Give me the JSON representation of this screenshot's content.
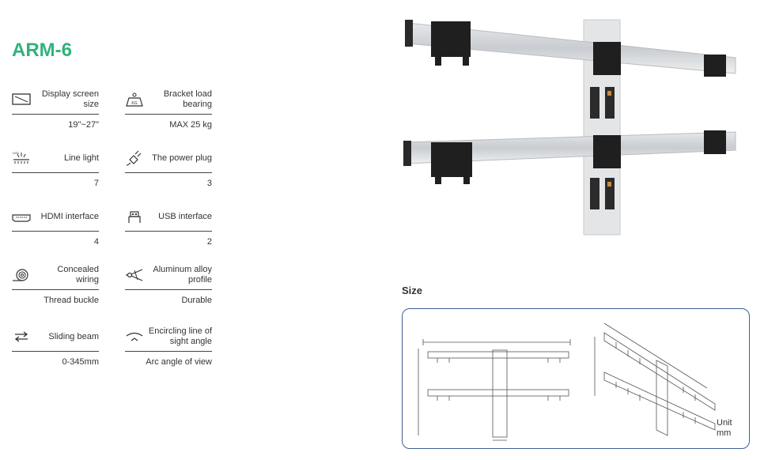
{
  "title": "ARM-6",
  "specs": [
    {
      "icon": "display-screen-icon",
      "label": "Display screen size",
      "value": "19\"~27\""
    },
    {
      "icon": "weight-kg-icon",
      "label": "Bracket load bearing",
      "value": "MAX 25 kg"
    },
    {
      "icon": "line-light-icon",
      "label": "Line light",
      "value": "7"
    },
    {
      "icon": "power-plug-icon",
      "label": "The power plug",
      "value": "3"
    },
    {
      "icon": "hdmi-icon",
      "label": "HDMI interface",
      "value": "4"
    },
    {
      "icon": "usb-icon",
      "label": "USB interface",
      "value": "2"
    },
    {
      "icon": "concealed-wiring-icon",
      "label": "Concealed wiring",
      "value": "Thread buckle"
    },
    {
      "icon": "aluminum-profile-icon",
      "label": "Aluminum alloy profile",
      "value": "Durable"
    },
    {
      "icon": "sliding-beam-icon",
      "label": "Sliding beam",
      "value": "0-345mm"
    },
    {
      "icon": "sight-angle-icon",
      "label": "Encircling line of sight angle",
      "value": "Arc angle of view"
    }
  ],
  "line_light_icon_text": "LED",
  "weight_icon_text": "KG",
  "size_section": {
    "title": "Size",
    "unit_label": "Unit mm"
  }
}
